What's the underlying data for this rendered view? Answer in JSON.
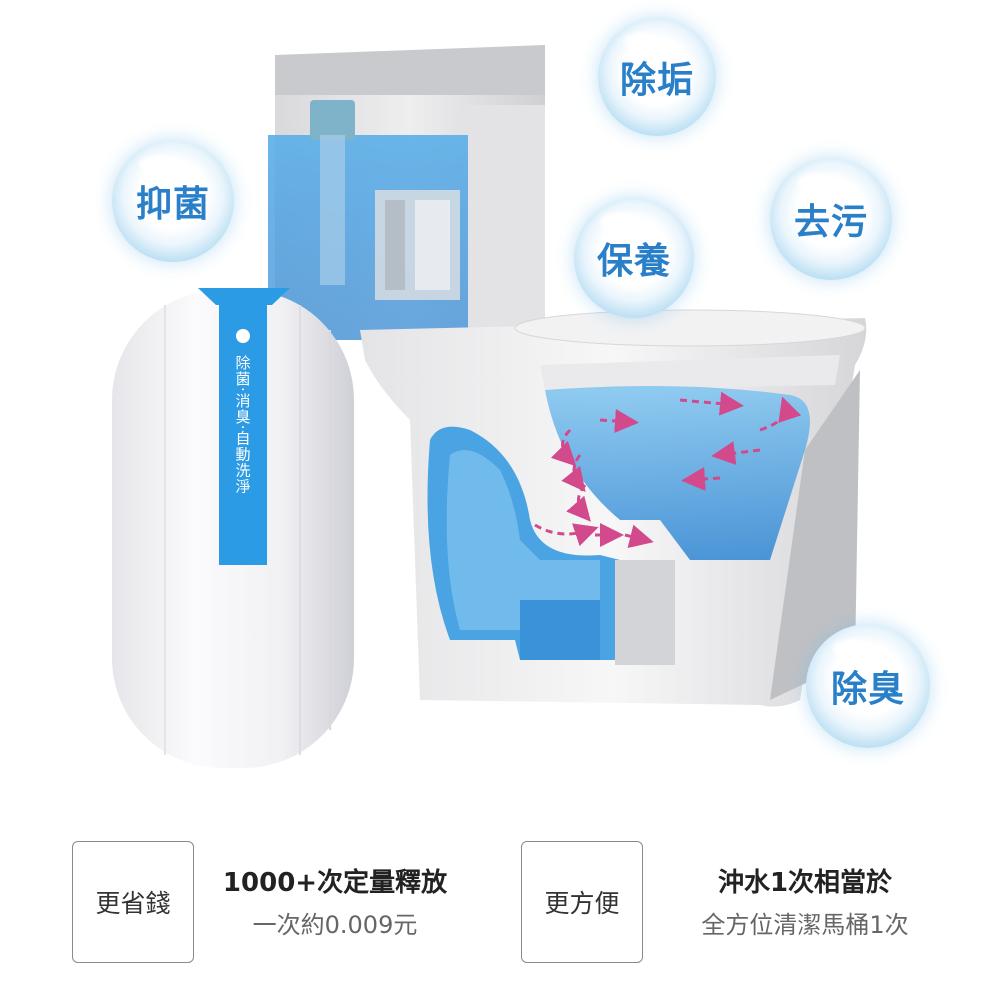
{
  "bubbles": [
    {
      "label": "除垢"
    },
    {
      "label": "抑菌"
    },
    {
      "label": "去污"
    },
    {
      "label": "保養"
    },
    {
      "label": "除臭"
    }
  ],
  "product": {
    "tag_text": "除菌·消臭·自動洗淨"
  },
  "features": [
    {
      "box_label": "更省錢",
      "title": "1000+次定量釋放",
      "subtitle": "一次約0.009元"
    },
    {
      "box_label": "更方便",
      "title": "沖水1次相當於",
      "subtitle": "全方位清潔馬桶1次"
    }
  ],
  "colors": {
    "bubble_text": "#2a7fc9",
    "tag_blue": "#2c9be6",
    "water_blue": "#3a9be0",
    "flow_arrows": "#d24a8c"
  }
}
